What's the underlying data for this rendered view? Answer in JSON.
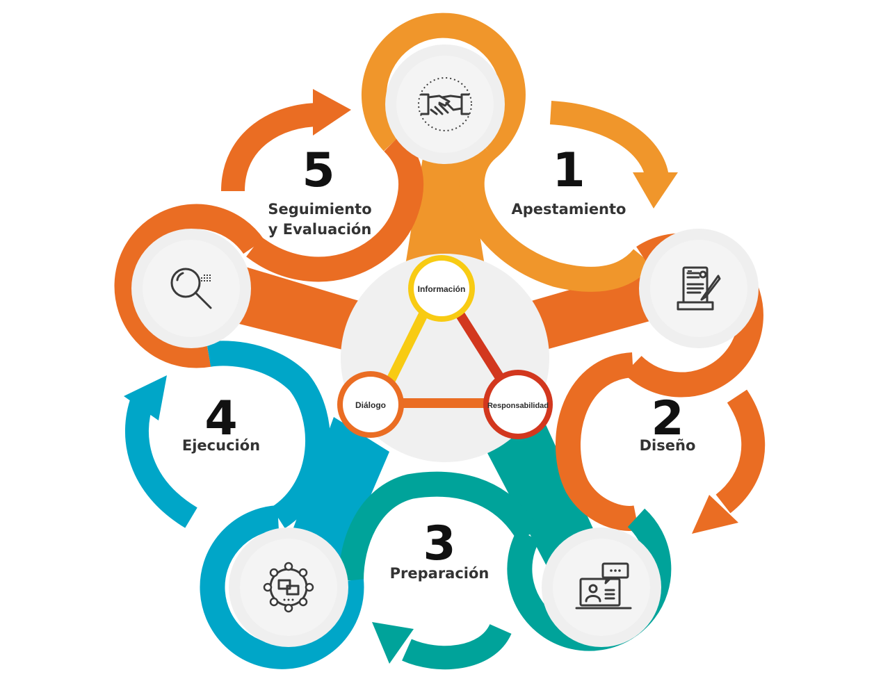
{
  "colors": {
    "orange_light": "#F0962B",
    "orange": "#EA6D23",
    "blue": "#00A6C8",
    "teal": "#00A39A",
    "yellow": "#F8CB13",
    "red": "#D2371E",
    "node_fill": "#EFEFEF",
    "center_fill": "#F0F0F0"
  },
  "steps": [
    {
      "number": "1",
      "title": "Apestamiento"
    },
    {
      "number": "2",
      "title": "Diseño"
    },
    {
      "number": "3",
      "title": "Preparación"
    },
    {
      "number": "4",
      "title": "Ejecución"
    },
    {
      "number": "5",
      "title_line1": "Seguimiento",
      "title_line2": "y Evaluación"
    }
  ],
  "icons": [
    "handshake-icon",
    "document-signing-icon",
    "video-chat-icon",
    "network-collaboration-icon",
    "magnifier-icon"
  ],
  "values": {
    "info": "Información",
    "dialog": "Diálogo",
    "resp": "Responsabilidad"
  }
}
